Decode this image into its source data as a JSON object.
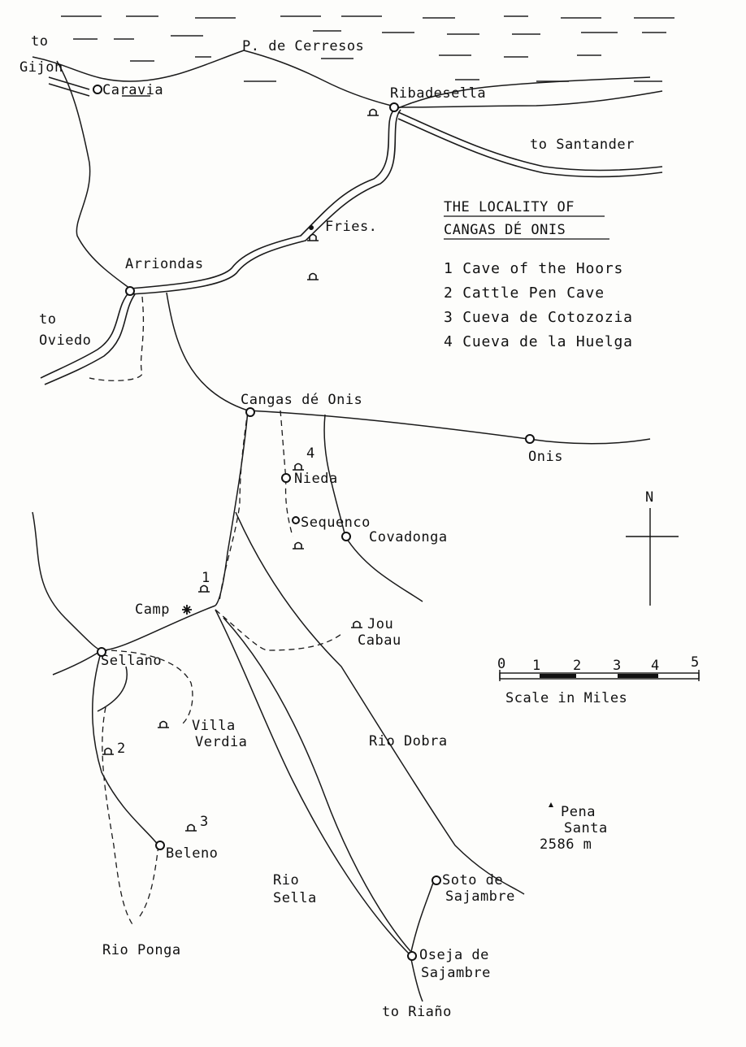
{
  "title": {
    "line1": "THE LOCALITY OF",
    "line2": "CANGAS DÉ ONIS"
  },
  "legend": [
    "1 Cave of the Hoors",
    "2 Cattle Pen Cave",
    "3 Cueva de Cotozozia",
    "4 Cueva de la Huelga"
  ],
  "places": {
    "p_de_cerresos": "P. de Cerresos",
    "to": "to",
    "gijon": "Gijon",
    "caravia": "Caravia",
    "ribadesella": "Ribadesella",
    "to_santander": "to Santander",
    "fries": "Fries.",
    "arriondas": "Arriondas",
    "oviedo": "Oviedo",
    "cangas_de_onis": "Cangas dé Onis",
    "onis": "Onis",
    "nieda": "Nieda",
    "sequenco": "Sequenco",
    "covadonga": "Covadonga",
    "camp": "Camp",
    "jou": "Jou",
    "cabau": "Cabau",
    "sellano": "Sellano",
    "villa": "Villa",
    "verdia": "Verdia",
    "rio_dobra": "Rio Dobra",
    "pena": "Pena",
    "santa": "Santa",
    "pena_elev": "2586 m",
    "beleno": "Beleno",
    "rio": "Rio",
    "sella": "Sella",
    "soto_de": "Soto de",
    "sajambre": "Sajambre",
    "oseja_de": "Oseja de",
    "sajambre2": "Sajambre",
    "rio_ponga": "Rio Ponga",
    "to_riano": "to Riaño"
  },
  "cave_numbers": [
    "1",
    "2",
    "3",
    "4"
  ],
  "compass": {
    "north": "N"
  },
  "scale": {
    "ticks": [
      "0",
      "1",
      "2",
      "3",
      "4",
      "5"
    ],
    "label": "Scale in Miles"
  },
  "icons": {
    "town": "circle-marker-icon",
    "cave": "cave-arch-icon",
    "camp": "camp-star-icon",
    "peak": "peak-triangle-icon"
  },
  "colors": {
    "ink": "#111111",
    "paper": "#fdfdfb"
  }
}
